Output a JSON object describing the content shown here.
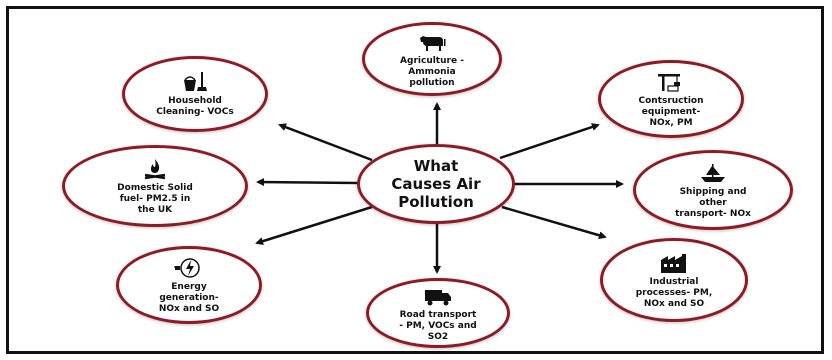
{
  "center": {
    "label": "What\nCauses Air\nPollution"
  },
  "nodes": [
    {
      "id": "agriculture",
      "label": "Agriculture -\nAmmonia\npollution",
      "icon": "cow-icon"
    },
    {
      "id": "household",
      "label": "Household\nCleaning- VOCs",
      "icon": "bucket-mop-icon"
    },
    {
      "id": "construction",
      "label": "Contsruction\nequipment-\nNOx, PM",
      "icon": "crane-icon"
    },
    {
      "id": "domestic",
      "label": "Domestic Solid\nfuel- PM2.5 in\nthe UK",
      "icon": "campfire-icon"
    },
    {
      "id": "shipping",
      "label": "Shipping and\nother\ntransport- NOx",
      "icon": "ship-icon"
    },
    {
      "id": "energy",
      "label": "Energy\ngeneration-\nNOx and SO",
      "icon": "electric-plug-icon"
    },
    {
      "id": "road",
      "label": "Road transport\n- PM, VOCs and\nSO2",
      "icon": "truck-icon"
    },
    {
      "id": "industrial",
      "label": "Industrial\nprocesses- PM,\nNOx and SO",
      "icon": "factory-icon"
    }
  ],
  "colors": {
    "ring": "#8e1b24",
    "arrow": "#111111",
    "text": "#111111",
    "border": "#111111"
  }
}
